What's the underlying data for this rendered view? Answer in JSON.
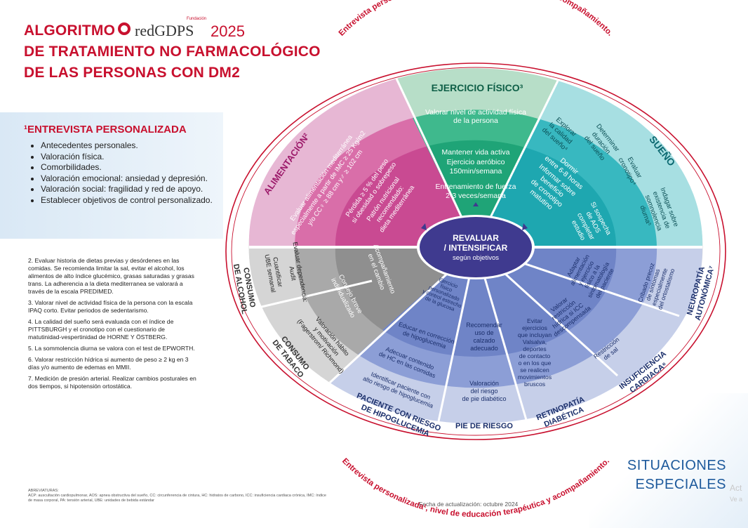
{
  "header": {
    "title_prefix": "ALGORITMO",
    "brand": "redGDPS",
    "brand_small": "Fundación",
    "year": "2025",
    "line2": "DE TRATAMIENTO NO FARMACOLÓGICO",
    "line3": "DE LAS PERSONAS CON DM2"
  },
  "panel": {
    "title": "¹ENTREVISTA PERSONALIZADA",
    "items": [
      "Antecedentes personales.",
      "Valoración física.",
      "Comorbilidades.",
      "Valoración emocional: ansiedad y depresión.",
      "Valoración social: fragilidad y red de apoyo.",
      "Establecer objetivos de control personalizado."
    ]
  },
  "notes": [
    "2. Evaluar historia de dietas previas y desórdenes en las comidas. Se recomienda limitar la sal, evitar el alcohol, los alimentos de alto índice glucémico, grasas saturadas y grasas trans. La adherencia a la dieta mediterranea se valorará a través de la escala PREDIMED.",
    "3. Valorar nivel de actividad física de la persona con la escala IPAQ corto. Evitar periodos de sedentarismo.",
    "4. La calidad del sueño será evaluada con el índice de PITTSBURGH y el cronotipo con el cuestionario de matutinidad-vespertinidad de HORNE Y ÖSTBERG.",
    "5. La sommolencia diurna se valora con el test de EPWORTH.",
    "6. Valorar restricción hídrica si aumento de peso ≥ 2 kg en 3 días y/o aumento de edemas en MMII.",
    "7. Medición de presión arterial. Realizar cambios posturales en dos tiempos, si hipotensión ortostática."
  ],
  "abbreviations": {
    "title": "ABREVIATURAS:",
    "text": "ACP: auscultación cardiopulmonar, AOS: apnea obstructiva del sueño, CC: circunferencia de cintura, HC: hidratos de carbono, ICC: insuficiencia cardiaca crónica, IMC: índice de masa corporal, PA: tensión arterial, UBE: unidades de bebida estándar"
  },
  "footer": {
    "fecha": "Fecha de actualización: octubre 2024",
    "situaciones_1": "SITUACIONES",
    "situaciones_2": "ESPECIALES",
    "watermark_1": "Act",
    "watermark_2": "Ve a"
  },
  "ring_text": "Entrevista personalizada¹, nivel de educación terapéutica y acompañamiento.",
  "center": {
    "line1": "REVALUAR",
    "line2": "/ INTENSIFICAR",
    "line3": "según objetivos"
  },
  "sections": {
    "ejercicio": {
      "title": "EJERCICIO FÍSICO³",
      "t1a": "Valorar nivel de actividad física",
      "t1b": "de la persona",
      "t2a": "Mantener vida activa",
      "t2b": "Ejercicio aeróbico",
      "t2c": "150min/semana",
      "t3a": "Entrenamiento de fuerza",
      "t3b": "2-3 veces/semana"
    },
    "alimentacion": {
      "title": "ALIMENTACIÓN²",
      "o1": "Evaluar alimentación mediterránea",
      "o2": "especialmente a partir de IMC ≥ 25 Kg/m2",
      "o3": "y/o CC♀ ≥ 88 cm y♂ ≥ 102 cm",
      "i1": "Pérdida ≥ 5 % del peso",
      "i2": "si obesidad o sobrepeso",
      "i3": "Patrón nutricional",
      "i4": "recomendado:",
      "i5": "dieta mediterránea"
    },
    "sueno": {
      "title": "SUEÑO",
      "a": [
        "Explorar",
        "la calidad",
        "del sueño⁴"
      ],
      "b": [
        "Determinar",
        "duración",
        "del sueño"
      ],
      "c": [
        "Evaluar",
        "cronotipo⁴"
      ],
      "d": [
        "Dormir",
        "entre 6-8 horas",
        "Informar sobre",
        "beneficio",
        "de cronotipo",
        "matutino"
      ],
      "e": [
        "Indagar sobre",
        "existencia de",
        "somnolencia",
        "diurna⁵"
      ],
      "f": [
        "Si sospecha",
        "de AOS",
        "completar",
        "estudio"
      ]
    },
    "alcohol": {
      "title1": "CONSUMO",
      "title2": "DE ALCOHOL",
      "a": [
        "Evaluar dependencia:",
        "Audit"
      ],
      "b": [
        "Cuantificar",
        "UBE semanal"
      ],
      "c": [
        "Acompañamiento",
        "en el cambio"
      ],
      "d": [
        "Consejo breve",
        "individualizado"
      ]
    },
    "tabaco": {
      "title1": "CONSUMO",
      "title2": "DE TABACO",
      "a": [
        "Valoración hábito",
        "y motivación",
        "(Fagerstrom/ Richmond)"
      ]
    },
    "hipoglucemia": {
      "title1": "PACIENTE CON RIESGO",
      "title2": "DE HIPOGLUCEMIA",
      "a": [
        "Identificar paciente con",
        "alto riesgo de hipoglucemia"
      ],
      "b": [
        "Adecuar contenido",
        "de HC en las comidas"
      ],
      "c": [
        "Educar en corrección",
        "de hipoglucemia"
      ],
      "d": [
        "Ejercicio",
        "físico",
        "personalizado",
        "y control estrecho",
        "de la glucosa"
      ]
    },
    "pie": {
      "title": "PIE DE RIESGO",
      "a": [
        "Recomendar",
        "uso de",
        "calzado",
        "adecuado"
      ],
      "b": [
        "Valoración",
        "del riesgo",
        "de pie diabético"
      ]
    },
    "retinopatia": {
      "title1": "RETINOPATÍA",
      "title2": "DIABÉTICA",
      "a": [
        "Evitar",
        "ejercicios",
        "que incluyan",
        "Valsalva,",
        "deportes",
        "de contacto",
        "o en los que",
        "se realicen",
        "movimientos",
        "bruscos"
      ]
    },
    "insuficiencia": {
      "title1": "INSUFICIENCIA",
      "title2": "CARDIACA⁶",
      "a": [
        "Valorar",
        "restricción",
        "hídrica si ICC",
        "descompensada"
      ],
      "b": [
        "Restricción",
        "de sal"
      ]
    },
    "neuropatia": {
      "title1": "NEUROPATÍA",
      "title2": "AUTONÓMICA⁷",
      "a": [
        "Adaptar",
        "alimentación",
        "y ejercicio",
        "físico a la",
        "sintomatología",
        "del paciente"
      ],
      "b": [
        "Cribado precoz",
        "de síntomas",
        "especialmente",
        "del ortostatismo"
      ]
    }
  }
}
